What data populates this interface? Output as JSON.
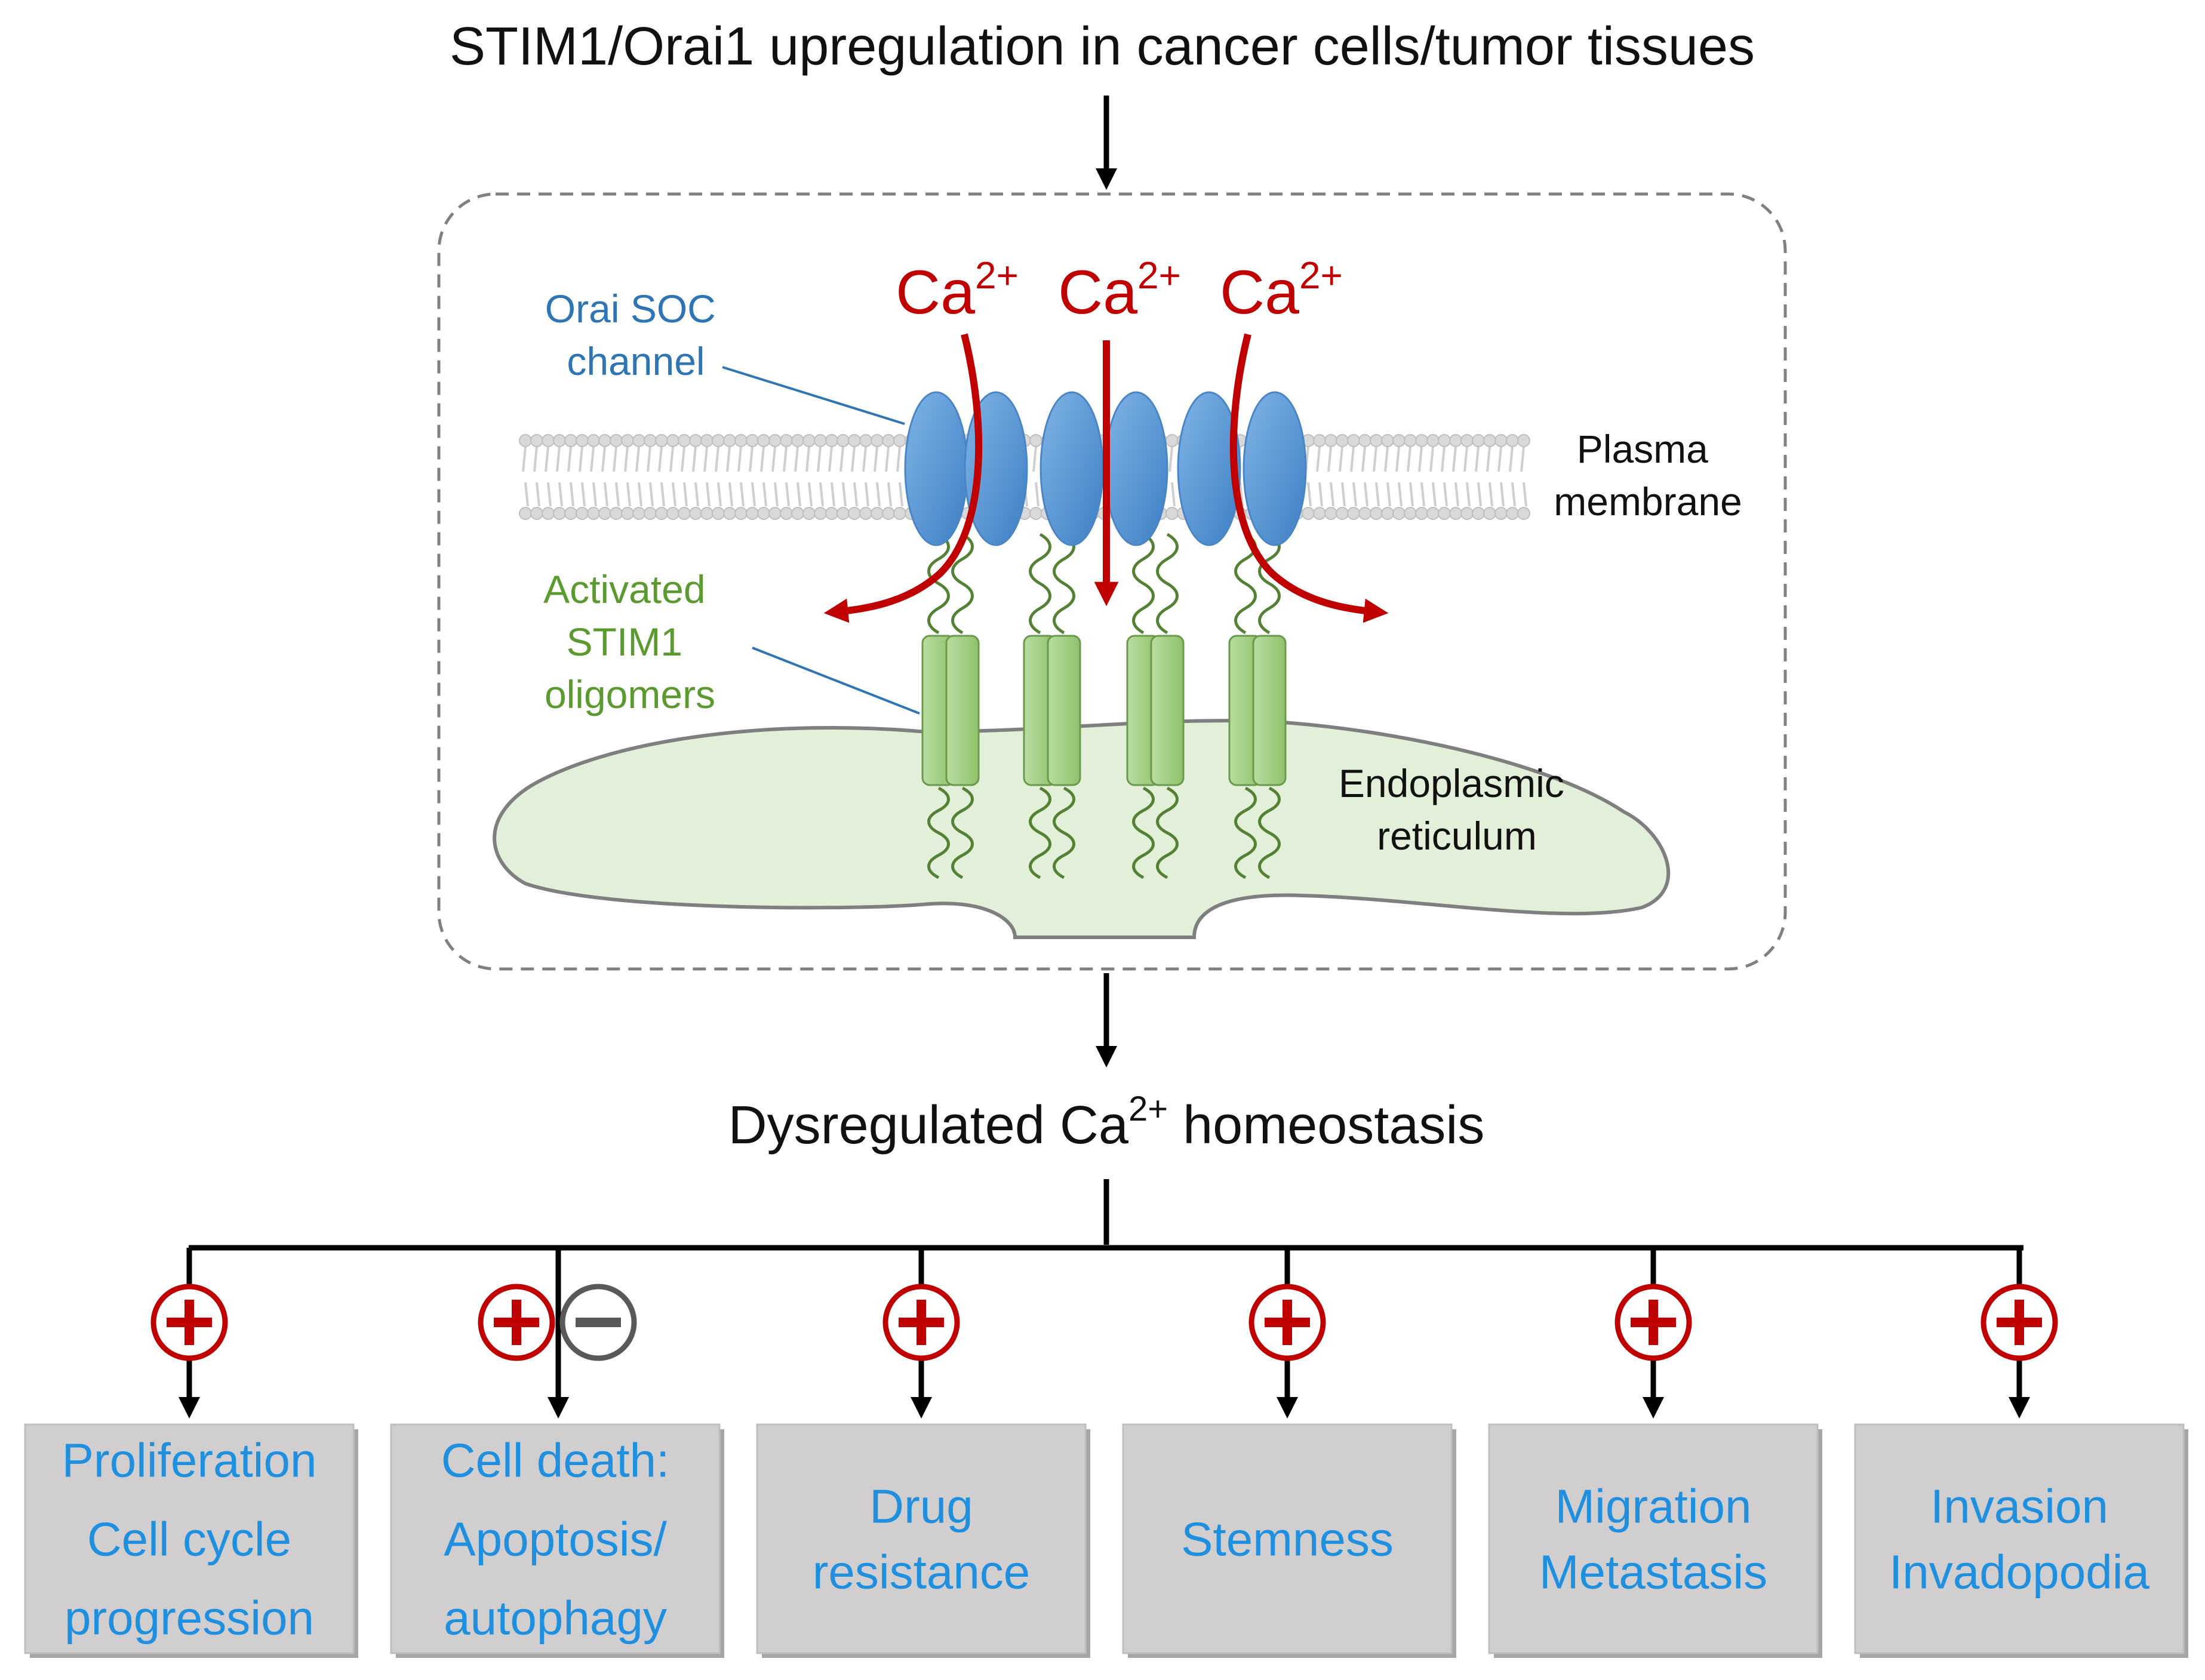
{
  "title": "STIM1/Orai1 upregulation in cancer cells/tumor tissues",
  "ion": {
    "base": "Ca",
    "charge": "2+"
  },
  "inset": {
    "labels": {
      "orai": [
        "Orai SOC",
        "channel"
      ],
      "stim": [
        "Activated",
        "STIM1",
        "oligomers"
      ],
      "plasma": [
        "Plasma",
        "membrane"
      ],
      "er": [
        "Endoplasmic",
        "reticulum"
      ]
    }
  },
  "outcome": {
    "prefix": "Dysregulated Ca",
    "sup": "2+",
    "suffix": " homeostasis"
  },
  "effects": [
    {
      "lines": [
        "Proliferation",
        "Cell cycle",
        "progression"
      ],
      "signs": [
        "+"
      ]
    },
    {
      "lines": [
        "Cell death:",
        "Apoptosis/",
        "autophagy"
      ],
      "signs": [
        "+",
        "−"
      ]
    },
    {
      "lines": [
        "Drug",
        "resistance"
      ],
      "signs": [
        "+"
      ]
    },
    {
      "lines": [
        "Stemness"
      ],
      "signs": [
        "+"
      ]
    },
    {
      "lines": [
        "Migration",
        "Metastasis"
      ],
      "signs": [
        "+"
      ]
    },
    {
      "lines": [
        "Invasion",
        "Invadopodia"
      ],
      "signs": [
        "+"
      ]
    }
  ],
  "colors": {
    "title": "#111111",
    "calcium": "#c00000",
    "orai_label": "#2e75b6",
    "orai_fill": "#5b9bd5",
    "stim_label": "#5a9a2f",
    "stim_fill": "#a9d18e",
    "stim_stroke": "#6a9a4a",
    "er_fill": "#e2f0d9",
    "membrane": "#c8c8c8",
    "box_fill": "#d0cece",
    "box_text": "#1f8fe0",
    "plus": "#c00000",
    "minus": "#595959",
    "arrow": "#000000",
    "inset_border": "#808080"
  }
}
